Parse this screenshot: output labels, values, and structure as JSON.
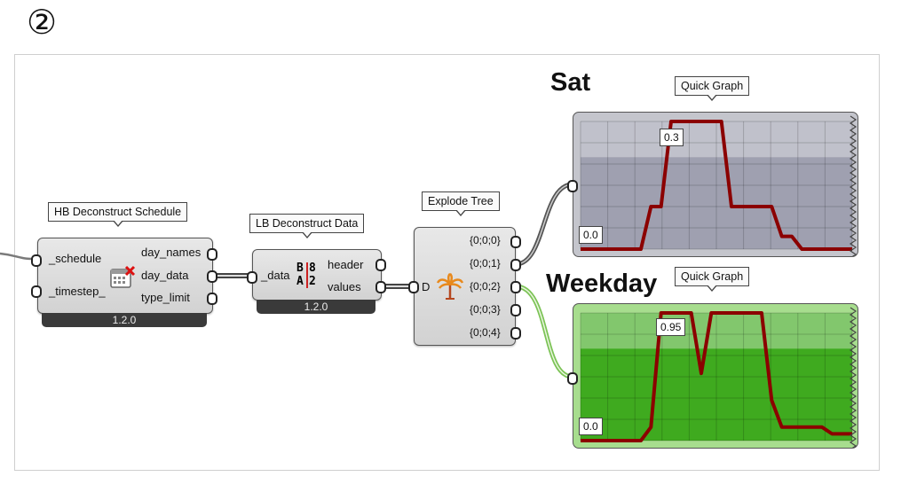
{
  "step_number": "②",
  "components": {
    "hb_deconstruct": {
      "title": "HB Deconstruct Schedule",
      "inputs": [
        "_schedule",
        "_timestep_"
      ],
      "outputs": [
        "day_names",
        "day_data",
        "type_limit"
      ],
      "version": "1.2.0",
      "icon": "calendar-x-icon"
    },
    "lb_deconstruct": {
      "title": "LB Deconstruct Data",
      "inputs": [
        "_data"
      ],
      "outputs": [
        "header",
        "values"
      ],
      "version": "1.2.0",
      "icon": "data-b8a2-icon",
      "icon_text": {
        "b": "B",
        "eight": "8",
        "a": "A",
        "two": "2"
      }
    },
    "explode_tree": {
      "title": "Explode Tree",
      "inputs": [
        "D"
      ],
      "outputs": [
        "{0;0;0}",
        "{0;0;1}",
        "{0;0;2}",
        "{0;0;3}",
        "{0;0;4}"
      ],
      "icon": "palm-tree-icon"
    }
  },
  "graphs": {
    "sat": {
      "heading": "Sat",
      "title": "Quick Graph",
      "max_label": "0.3",
      "min_label": "0.0",
      "panel_color": "#9fa0b0",
      "line_color": "#8b0000",
      "values": [
        0,
        0,
        0,
        0,
        0,
        0,
        0,
        0.1,
        0.1,
        0.3,
        0.3,
        0.3,
        0.3,
        0.3,
        0.3,
        0.1,
        0.1,
        0.1,
        0.1,
        0.1,
        0.03,
        0.03,
        0,
        0,
        0,
        0,
        0,
        0
      ],
      "ylim": [
        0,
        0.3
      ]
    },
    "weekday": {
      "heading": "Weekday",
      "title": "Quick Graph",
      "max_label": "0.95",
      "min_label": "0.0",
      "panel_color": "#3faa1f",
      "line_color": "#8b0000",
      "values": [
        0,
        0,
        0,
        0,
        0,
        0,
        0,
        0.1,
        0.95,
        0.95,
        0.95,
        0.95,
        0.5,
        0.95,
        0.95,
        0.95,
        0.95,
        0.95,
        0.95,
        0.3,
        0.1,
        0.1,
        0.1,
        0.1,
        0.1,
        0.05,
        0.05,
        0.05
      ],
      "ylim": [
        0,
        0.95
      ]
    }
  }
}
